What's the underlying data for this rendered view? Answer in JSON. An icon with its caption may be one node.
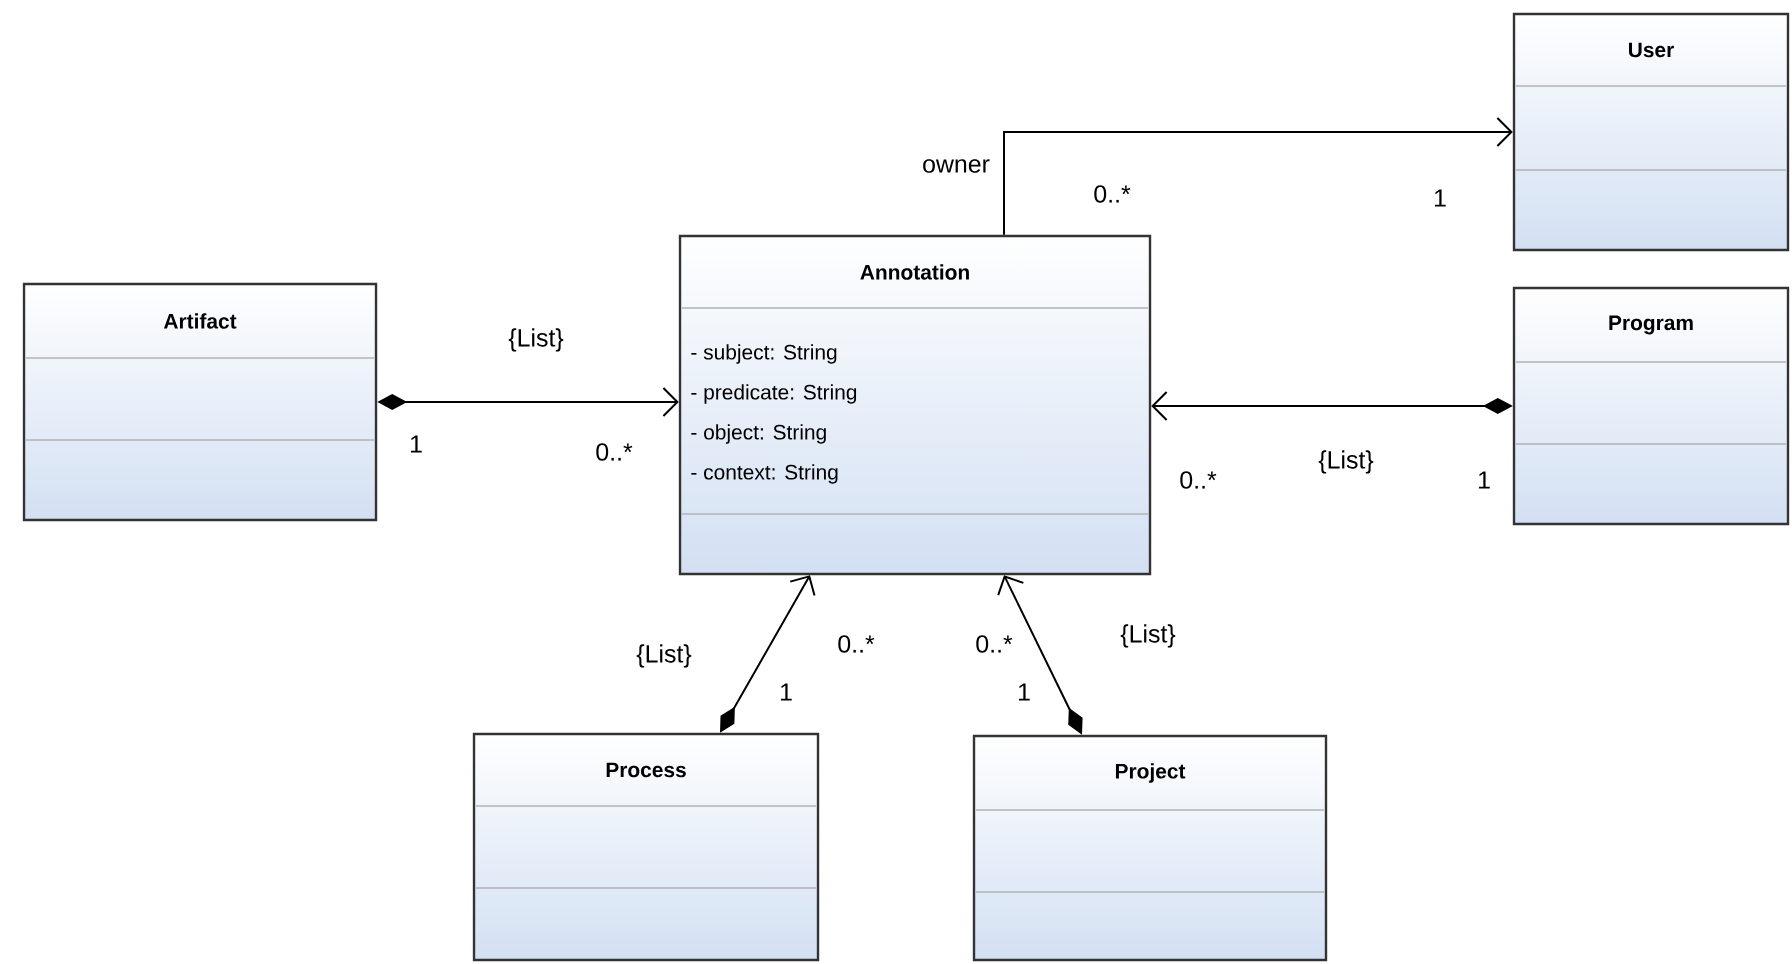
{
  "diagram": {
    "nodes": [
      {
        "text": [
          "Artifact"
        ]
      },
      {
        "text": [
          "Annotation",
          "- subject: String",
          "- predicate: String",
          "- object: String",
          "- context: String"
        ]
      },
      {
        "text": [
          "User"
        ]
      },
      {
        "text": [
          "Program"
        ]
      },
      {
        "text": [
          "Process"
        ]
      },
      {
        "text": [
          "Project"
        ]
      }
    ],
    "edges": [
      {
        "from": 0,
        "to": 1,
        "arrow": "to",
        "label": "{List}"
      },
      {
        "from": 1,
        "to": 2,
        "arrow": "to",
        "label": "owner"
      },
      {
        "from": 3,
        "to": 1,
        "arrow": "to",
        "label": "{List}"
      },
      {
        "from": 4,
        "to": 1,
        "arrow": "to",
        "label": "{List}"
      },
      {
        "from": 5,
        "to": 1,
        "arrow": "to",
        "label": "{List}"
      }
    ],
    "labels": [
      "0..*",
      "1",
      "1",
      "0..*",
      "0..*",
      "1",
      "0..*",
      "0..*",
      "1",
      "1"
    ]
  }
}
